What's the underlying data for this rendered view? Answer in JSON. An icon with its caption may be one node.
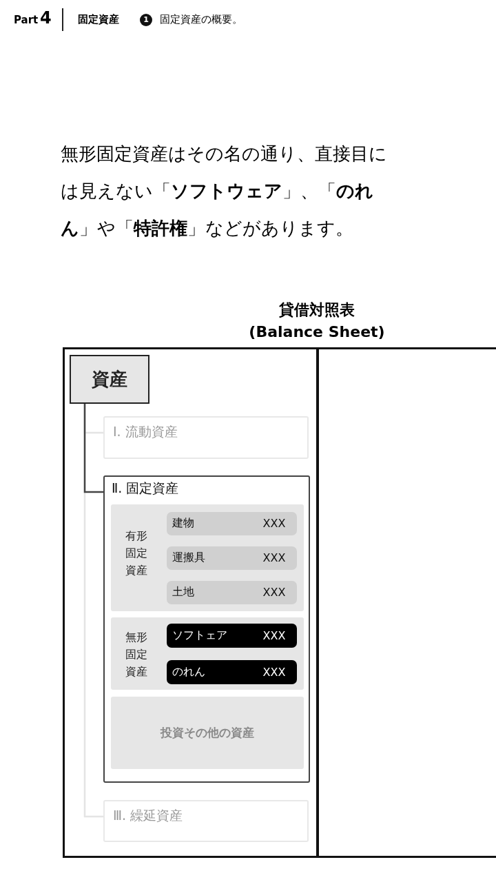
{
  "diagram": {
    "title": "貸借対照表 (Balance Sheet)",
    "nodes": [
      {
        "text": [],
        "shape": "box"
      },
      {
        "text": [
          "資産"
        ],
        "in": 0
      },
      {
        "text": [
          "Ⅰ. 流動資産"
        ],
        "in": 0
      },
      {
        "text": [
          "Ⅱ. 固定資産"
        ],
        "in": 0
      },
      {
        "text": [
          "有形固定資産"
        ],
        "in": 3
      },
      {
        "text": [
          "建物",
          "XXX"
        ],
        "in": 4
      },
      {
        "text": [
          "運搬具",
          "XXX"
        ],
        "in": 4
      },
      {
        "text": [
          "土地",
          "XXX"
        ],
        "in": 4
      },
      {
        "text": [
          "無形固定資産"
        ],
        "in": 3
      },
      {
        "text": [
          "ソフトェア",
          "XXX"
        ],
        "in": 8
      },
      {
        "text": [
          "のれん",
          "XXX"
        ],
        "in": 8
      },
      {
        "text": [
          "投資その他の資産"
        ],
        "in": 3
      },
      {
        "text": [
          "Ⅲ. 繰延資産"
        ],
        "in": 0
      },
      {
        "text": [],
        "shape": "box"
      }
    ],
    "edges": [
      {
        "from": 1,
        "to": 2,
        "arrow": "none",
        "color": "#e4e4e4"
      },
      {
        "from": 1,
        "to": 12,
        "arrow": "none",
        "color": "#e4e4e4"
      },
      {
        "from": 1,
        "to": 3,
        "arrow": "none",
        "color": "#444444"
      }
    ],
    "labels": [
      "Part",
      "4",
      "固定資産",
      "1",
      "固定資産の概要。",
      "無形固定資産はその名の通り、直接目には見えない「**ソフトウェア**」、「**のれん**」や「**特許権**」などがあります。"
    ]
  }
}
